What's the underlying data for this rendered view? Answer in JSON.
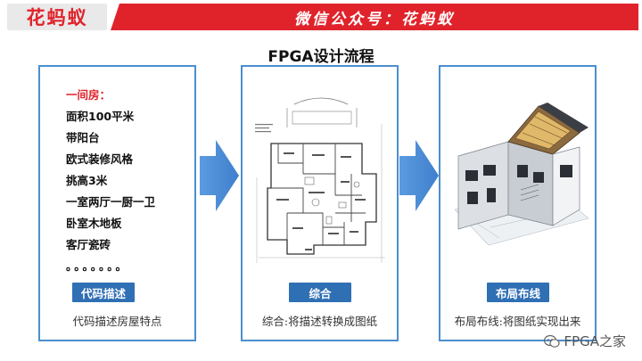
{
  "banner": {
    "brand": "花蚂蚁",
    "wechat": "微信公众号：花蚂蚁"
  },
  "title": "FPGA设计流程",
  "panels": [
    {
      "heading": "一间房：",
      "items": [
        "面积100平米",
        "带阳台",
        "欧式装修风格",
        "挑高3米",
        "一室两厅一厨一卫",
        "卧室木地板",
        "客厅瓷砖"
      ],
      "dots": "。。。。。。。",
      "badge": "代码描述",
      "caption": "代码描述房屋特点"
    },
    {
      "badge": "综合",
      "caption": "综合:将描述转换成图纸"
    },
    {
      "badge": "布局布线",
      "caption": "布局布线:将图纸实现出来"
    }
  ],
  "watermark": "FPGA之家",
  "colors": {
    "brand_red": "#e0232b",
    "panel_border": "#4b8fcf",
    "badge_blue": "#2f6fb4",
    "arrow_blue": "#4f90d6"
  },
  "icons": {
    "flow_arrow": "right-arrow-icon",
    "watermark": "wechat-icon"
  }
}
